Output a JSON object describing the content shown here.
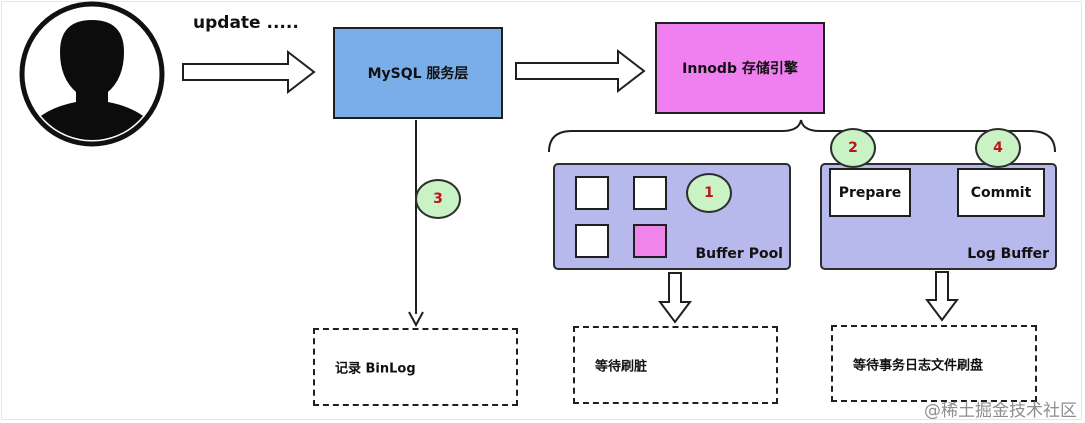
{
  "colors": {
    "mysql_fill": "#7aaee8",
    "innodb_fill": "#f07ff0",
    "panel_fill": "#b7b8ec",
    "step_fill": "#c9f2c5",
    "step_text": "#c0121b",
    "page_highlight": "#ef85ea"
  },
  "user": {
    "icon": "user-silhouette-icon",
    "caption": "update ....."
  },
  "layers": {
    "mysql": "MySQL 服务层",
    "innodb": "Innodb 存储引擎"
  },
  "panels": {
    "buffer_pool": "Buffer Pool",
    "log_buffer": "Log Buffer"
  },
  "log_steps": {
    "prepare": "Prepare",
    "commit": "Commit"
  },
  "steps": [
    "1",
    "2",
    "3",
    "4"
  ],
  "outputs": {
    "binlog": "记录 BinLog",
    "flush": "等待刷脏",
    "log_flush": "等待事务日志文件刷盘"
  },
  "watermark": "@稀土掘金技术社区"
}
